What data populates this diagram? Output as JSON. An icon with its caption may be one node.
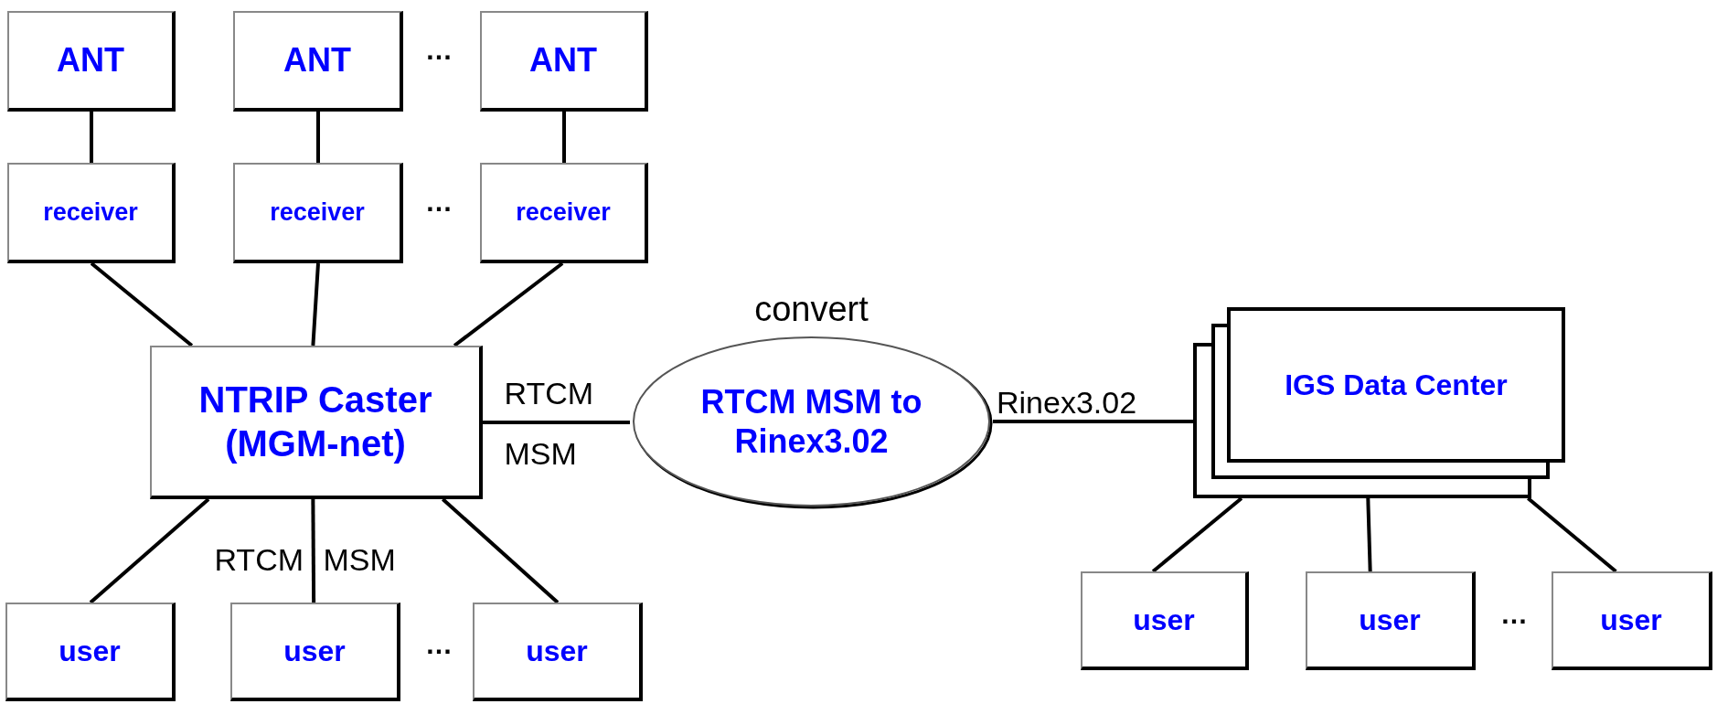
{
  "diagram": {
    "nodes": [
      {
        "text": [
          "ANT"
        ]
      },
      {
        "text": [
          "ANT"
        ]
      },
      {
        "text": [
          "ANT"
        ]
      },
      {
        "text": [
          "receiver"
        ]
      },
      {
        "text": [
          "receiver"
        ]
      },
      {
        "text": [
          "receiver"
        ]
      },
      {
        "text": [
          "NTRIP Caster (MGM-net)"
        ]
      },
      {
        "text": [
          "RTCM MSM to Rinex3.02"
        ],
        "beside": [
          "convert"
        ]
      },
      {
        "text": [
          "IGS Data Center"
        ]
      },
      {
        "text": [
          "user"
        ]
      },
      {
        "text": [
          "user"
        ]
      },
      {
        "text": [
          "user"
        ]
      },
      {
        "text": [
          "user"
        ]
      },
      {
        "text": [
          "user"
        ]
      },
      {
        "text": [
          "user"
        ]
      }
    ],
    "edges": [
      {
        "from": 0,
        "to": 3,
        "arrow": "none"
      },
      {
        "from": 1,
        "to": 4,
        "arrow": "none"
      },
      {
        "from": 2,
        "to": 5,
        "arrow": "none"
      },
      {
        "from": 3,
        "to": 6,
        "arrow": "none"
      },
      {
        "from": 4,
        "to": 6,
        "arrow": "none"
      },
      {
        "from": 5,
        "to": 6,
        "arrow": "none"
      },
      {
        "from": 6,
        "to": 7,
        "arrow": "none",
        "label": "RTCM MSM"
      },
      {
        "from": 7,
        "to": 8,
        "arrow": "none",
        "label": "Rinex3.02"
      },
      {
        "from": 6,
        "to": 9,
        "arrow": "none"
      },
      {
        "from": 6,
        "to": 10,
        "arrow": "none",
        "label": "RTCM MSM"
      },
      {
        "from": 6,
        "to": 11,
        "arrow": "none"
      },
      {
        "from": 8,
        "to": 12,
        "arrow": "none"
      },
      {
        "from": 8,
        "to": 13,
        "arrow": "none"
      },
      {
        "from": 8,
        "to": 14,
        "arrow": "none"
      }
    ],
    "labels": [
      "…",
      "…",
      "…",
      "…"
    ]
  }
}
